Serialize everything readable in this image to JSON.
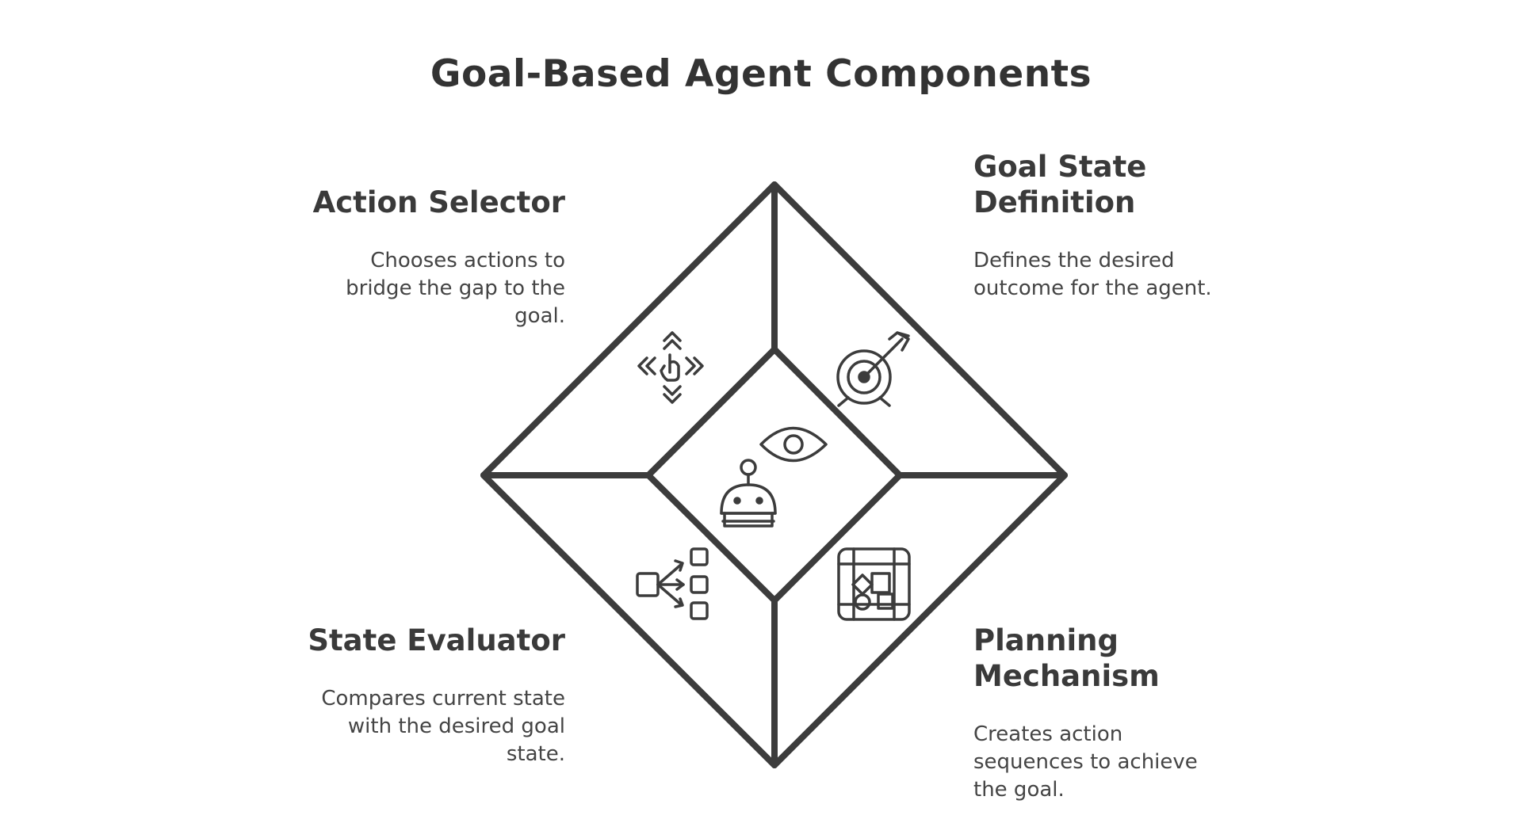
{
  "title": "Goal-Based Agent Components",
  "colors": {
    "stroke": "#3c3c3c",
    "text": "#444444",
    "background": "#ffffff"
  },
  "components": [
    {
      "key": "action",
      "name": "Action Selector",
      "description": "Chooses actions to bridge the gap to the goal.",
      "icon": "move-pointer-icon"
    },
    {
      "key": "goal",
      "name": "Goal State Definition",
      "description": "Defines the desired outcome for the agent.",
      "icon": "target-arrow-icon"
    },
    {
      "key": "state",
      "name": "State Evaluator",
      "description": "Compares current state with the desired goal state.",
      "icon": "flowchart-branch-icon"
    },
    {
      "key": "plan",
      "name": "Planning Mechanism",
      "description": "Creates action sequences to achieve the goal.",
      "icon": "process-map-icon"
    }
  ],
  "center": {
    "icons": [
      "eye-icon",
      "robot-icon"
    ]
  }
}
